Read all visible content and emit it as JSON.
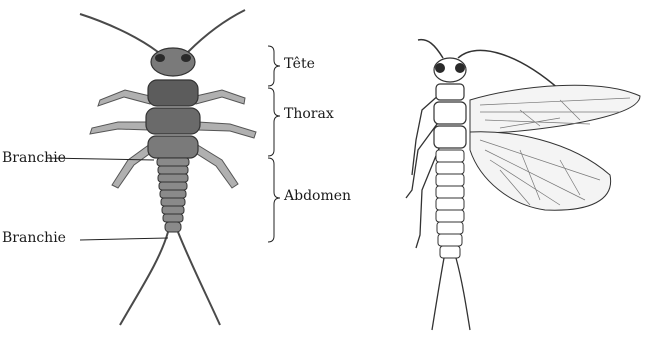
{
  "figure": {
    "left_panel": {
      "labels": {
        "head": "Tête",
        "thorax": "Thorax",
        "abdomen": "Abdomen",
        "gill_upper": "Branchie",
        "gill_lower": "Branchie"
      }
    },
    "palette": {
      "ink": "#3a3a3a",
      "body_dark": "#5c5c5c",
      "body_mid": "#8a8a8a",
      "body_light": "#b8b8b8",
      "wing_fill": "#f4f4f4",
      "line": "#222222"
    }
  }
}
